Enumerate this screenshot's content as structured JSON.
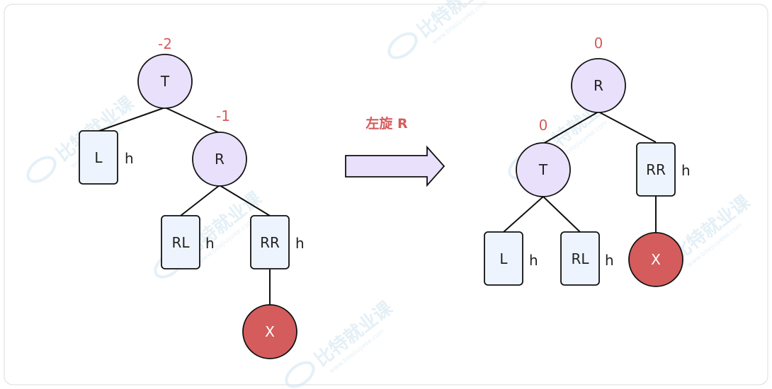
{
  "watermark": {
    "text": "比特就业课",
    "sub": "www.bitejiuyeke.com"
  },
  "operation": {
    "label": "左旋 R"
  },
  "before": {
    "T": {
      "label": "T",
      "bf": "-2"
    },
    "L": {
      "label": "L",
      "h": "h"
    },
    "R": {
      "label": "R",
      "bf": "-1"
    },
    "RL": {
      "label": "RL",
      "h": "h"
    },
    "RR": {
      "label": "RR",
      "h": "h"
    },
    "X": {
      "label": "X"
    }
  },
  "after": {
    "R": {
      "label": "R",
      "bf": "0"
    },
    "T": {
      "label": "T",
      "bf": "0"
    },
    "RR": {
      "label": "RR",
      "h": "h"
    },
    "L": {
      "label": "L",
      "h": "h"
    },
    "RL": {
      "label": "RL",
      "h": "h"
    },
    "X": {
      "label": "X"
    }
  },
  "colors": {
    "circle_fill": "#e9e0fb",
    "rect_fill": "#eef4fd",
    "x_fill": "#d45c5c",
    "accent_red": "#d45c5c"
  }
}
